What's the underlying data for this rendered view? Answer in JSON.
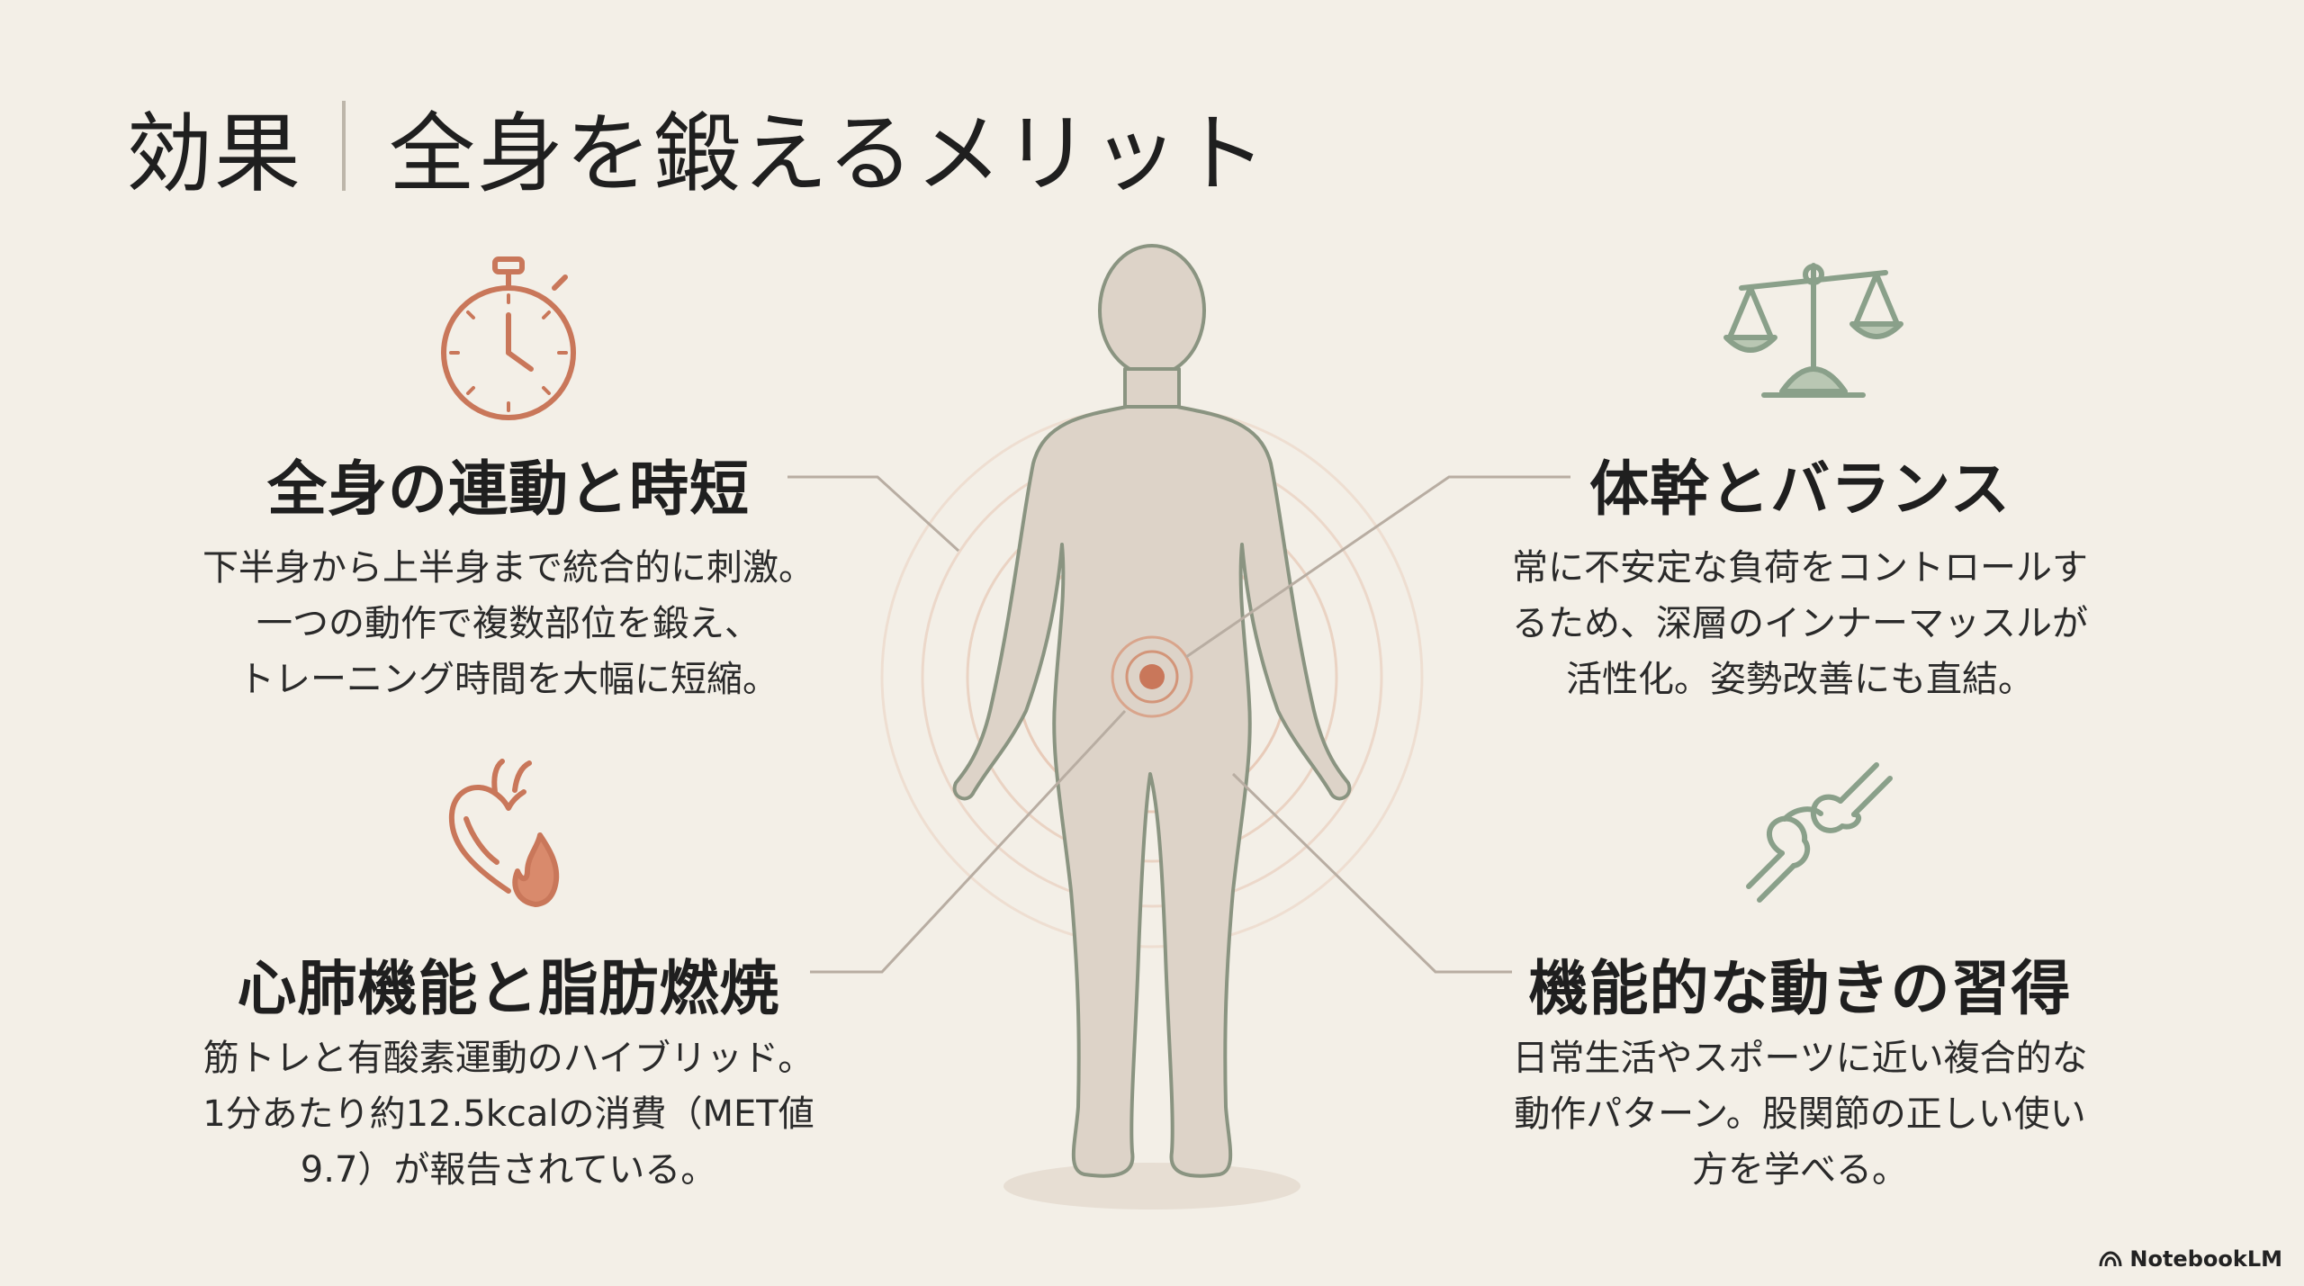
{
  "title": {
    "main": "効果",
    "sub": "全身を鍛えるメリット"
  },
  "sections": [
    {
      "heading": "全身の連動と時短",
      "lines": [
        "下半身から上半身まで統合的に刺激。",
        "一つの動作で複数部位を鍛え、",
        "トレーニング時間を大幅に短縮。"
      ],
      "icon": "stopwatch-icon"
    },
    {
      "heading": "体幹とバランス",
      "lines": [
        "常に不安定な負荷をコントロールす",
        "るため、深層のインナーマッスルが",
        "活性化。姿勢改善にも直結。"
      ],
      "icon": "balance-scale-icon"
    },
    {
      "heading": "心肺機能と脂肪燃焼",
      "lines": [
        "筋トレと有酸素運動のハイブリッド。",
        "1分あたり約12.5kcalの消費（MET値",
        "9.7）が報告されている。"
      ],
      "icon": "heart-flame-icon"
    },
    {
      "heading": "機能的な動きの習得",
      "lines": [
        "日常生活やスポーツに近い複合的な",
        "動作パターン。股関節の正しい使い",
        "方を学べる。"
      ],
      "icon": "joint-icon"
    }
  ],
  "brand": "NotebookLM",
  "colors": {
    "background": "#f3efe7",
    "terracotta": "#c9775a",
    "sage": "#8aa08a",
    "body_fill": "#ddd3c8",
    "body_outline": "#8a9481",
    "connector": "#b8ada2"
  }
}
